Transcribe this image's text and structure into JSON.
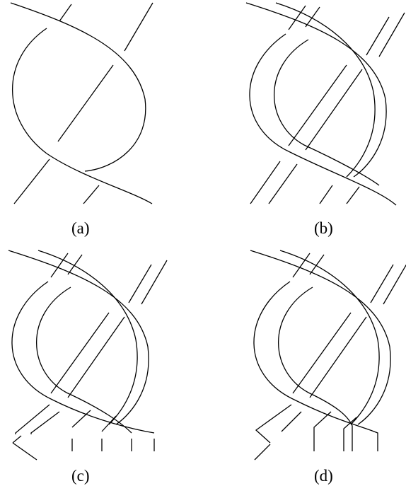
{
  "figure": {
    "panels": [
      {
        "id": "a",
        "caption": "(a)"
      },
      {
        "id": "b",
        "caption": "(b)"
      },
      {
        "id": "c",
        "caption": "(c)"
      },
      {
        "id": "d",
        "caption": "(d)"
      }
    ]
  },
  "colors": {
    "stroke": "#000000",
    "background": "#ffffff"
  }
}
